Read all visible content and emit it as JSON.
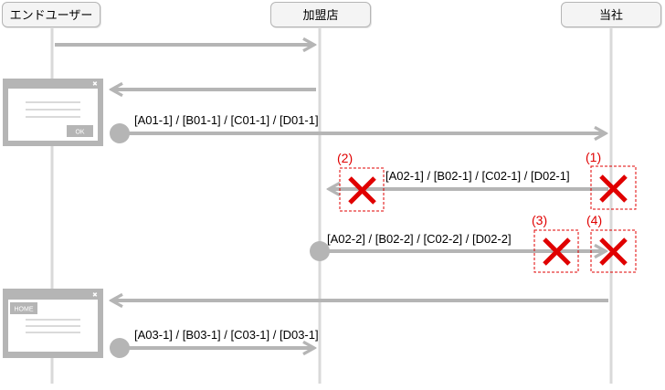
{
  "actors": {
    "end_user": "エンドユーザー",
    "merchant": "加盟店",
    "company": "当社"
  },
  "messages": {
    "m1": "[A01-1] / [B01-1] / [C01-1] / [D01-1]",
    "m2": "[A02-1] / [B02-1] / [C02-1] / [D02-1]",
    "m3": "[A02-2] / [B02-2] / [C02-2] / [D02-2]",
    "m4": "[A03-1] / [B03-1] / [C03-1] / [D03-1]"
  },
  "failure_points": {
    "p1": "(1)",
    "p2": "(2)",
    "p3": "(3)",
    "p4": "(4)"
  },
  "windows": {
    "ok_button": "OK",
    "home_button": "HOME"
  },
  "colors": {
    "arrow": "#b5b5b5",
    "lifeline": "#d9d9d9",
    "error": "#e00000"
  }
}
